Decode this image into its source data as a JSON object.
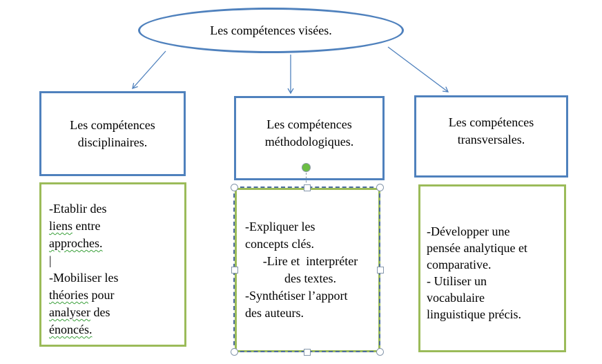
{
  "colors": {
    "shape_blue": "#4F81BD",
    "shape_green": "#9BBB59",
    "rotation_handle_green": "#6CBE44",
    "selection_dash_blue": "#4E6D9E",
    "grammar_squiggle_green": "#3AA03A"
  },
  "icons": {
    "rotation_handle": "green-circle",
    "corner_resize_handle": "white-circle",
    "edge_resize_handle": "white-square"
  },
  "ellipse": {
    "label": "Les compétences visées."
  },
  "top_boxes": [
    {
      "lines": [
        "Les compétences",
        "disciplinaires."
      ]
    },
    {
      "lines": [
        "Les compétences",
        "méthodologiques."
      ]
    },
    {
      "lines": [
        "Les compétences",
        "transversales."
      ]
    }
  ],
  "detail_boxes": {
    "disciplinaires": {
      "lines": [
        {
          "segs": [
            {
              "t": "-Etablir des"
            }
          ]
        },
        {
          "segs": [
            {
              "t": "liens",
              "sq": true
            },
            {
              "t": " entre"
            }
          ]
        },
        {
          "segs": [
            {
              "t": "approches.",
              "sq": true
            }
          ]
        },
        {
          "segs": [
            {
              "t": "|"
            }
          ]
        },
        {
          "segs": [
            {
              "t": "-Mobiliser les"
            }
          ]
        },
        {
          "segs": [
            {
              "t": "théories",
              "sq": true
            },
            {
              "t": " pour"
            }
          ]
        },
        {
          "segs": [
            {
              "t": "analyser",
              "sq": true
            },
            {
              "t": " des"
            }
          ]
        },
        {
          "segs": [
            {
              "t": "énoncés.",
              "sq": true
            }
          ]
        }
      ]
    },
    "methodologiques": {
      "lines": [
        {
          "t": "-Expliquer les"
        },
        {
          "t": "concepts clés."
        },
        {
          "t": "-Lire et  interpréter"
        },
        {
          "t": "des textes."
        },
        {
          "t": "-Synthétiser l’apport"
        },
        {
          "t": "des auteurs."
        }
      ]
    },
    "transversales": {
      "lines": [
        {
          "t": "-Développer une"
        },
        {
          "t": "pensée analytique et"
        },
        {
          "t": "comparative."
        },
        {
          "t": "- Utiliser un"
        },
        {
          "t": "vocabulaire"
        },
        {
          "t": "linguistique précis."
        }
      ]
    }
  }
}
